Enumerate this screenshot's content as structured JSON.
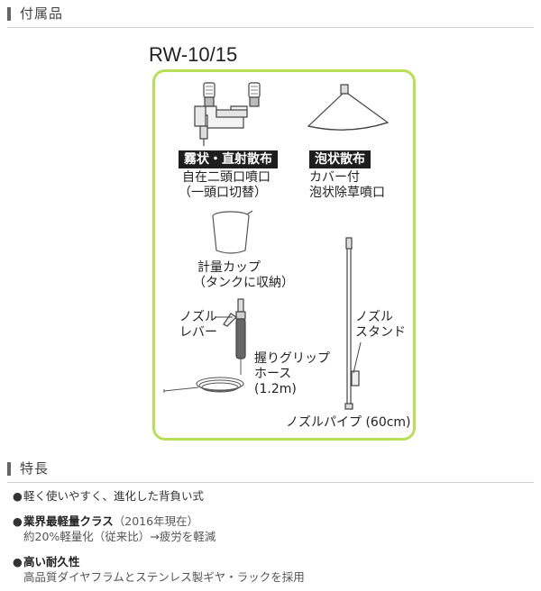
{
  "accessories": {
    "heading": "付属品",
    "model": "RW-10/15",
    "tag_mist": "霧状・直射散布",
    "nozzle_name_1": "自在二頭口噴口",
    "nozzle_name_2": "（一頭口切替）",
    "tag_foam": "泡状散布",
    "foam_line_1": "カバー付",
    "foam_line_2": "泡状除草噴口",
    "cup_line_1": "計量カップ",
    "cup_line_2": "（タンクに収納）",
    "lever_line_1": "ノズル",
    "lever_line_2": "レバー",
    "grip_line_1": "握りグリップ",
    "grip_line_2": "ホース",
    "grip_line_3": "(1.2m)",
    "stand_line_1": "ノズル",
    "stand_line_2": "スタンド",
    "pipe_label": "ノズルパイプ (60cm)"
  },
  "features": {
    "heading": "特長",
    "items": [
      {
        "bullet": "●",
        "title": "",
        "text": "軽く使いやすく、進化した背負い式",
        "sub": ""
      },
      {
        "bullet": "●",
        "title": "業界最軽量クラス",
        "text": "（2016年現在）",
        "sub": "約20%軽量化（従来比）→疲労を軽減"
      },
      {
        "bullet": "●",
        "title": "高い耐久性",
        "text": "",
        "sub": "高品質ダイヤフラムとステンレス製ギヤ・ラックを採用"
      }
    ]
  },
  "colors": {
    "panel_border": "#b9df55",
    "tag_bg": "#1e1e1e",
    "heading_bar": "#666666"
  }
}
